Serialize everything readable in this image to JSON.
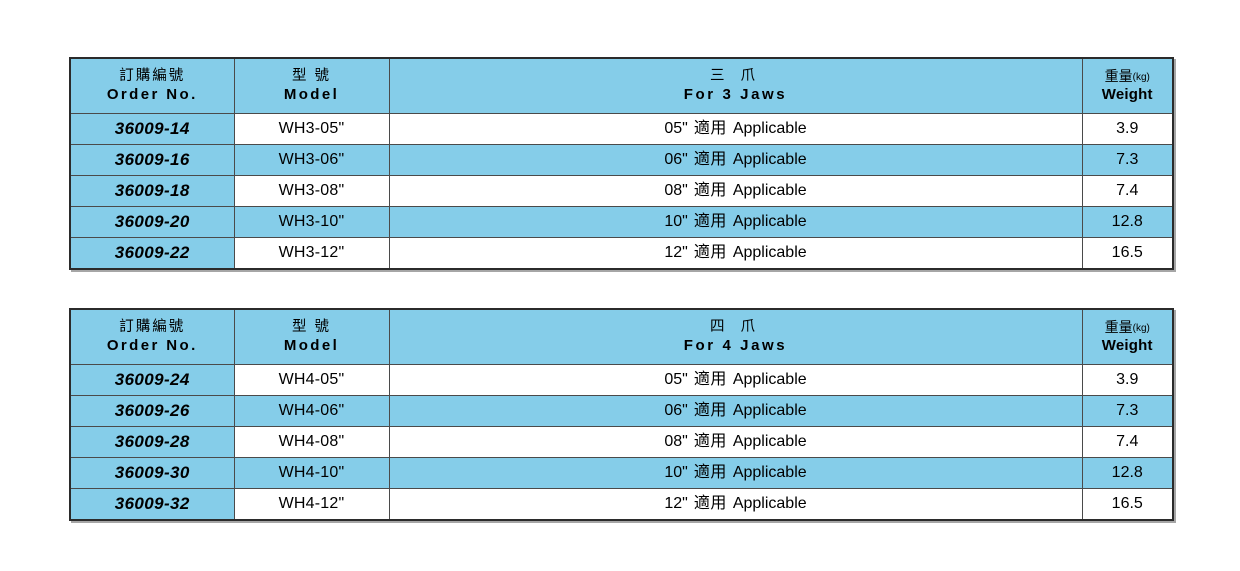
{
  "theme": {
    "accent_blue": "#85CDE9",
    "white": "#FFFFFF",
    "border": "#2B2B2B"
  },
  "tables": [
    {
      "id": "three-jaws",
      "header": {
        "order_no_cn": "訂購編號",
        "order_no_en": "Order No.",
        "model_cn": "型 號",
        "model_en": "Model",
        "jaws_cn": "三 爪",
        "jaws_en": "For 3 Jaws",
        "weight_cn": "重量",
        "weight_unit": "(kg)",
        "weight_en": "Weight"
      },
      "rows": [
        {
          "order_no": "36009-14",
          "model": "WH3-05\"",
          "jaws_size": "05\"",
          "jaws_cn": "適用",
          "jaws_en": "Applicable",
          "weight": "3.9",
          "shade": "white"
        },
        {
          "order_no": "36009-16",
          "model": "WH3-06\"",
          "jaws_size": "06\"",
          "jaws_cn": "適用",
          "jaws_en": "Applicable",
          "weight": "7.3",
          "shade": "blue"
        },
        {
          "order_no": "36009-18",
          "model": "WH3-08\"",
          "jaws_size": "08\"",
          "jaws_cn": "適用",
          "jaws_en": "Applicable",
          "weight": "7.4",
          "shade": "white"
        },
        {
          "order_no": "36009-20",
          "model": "WH3-10\"",
          "jaws_size": "10\"",
          "jaws_cn": "適用",
          "jaws_en": "Applicable",
          "weight": "12.8",
          "shade": "blue"
        },
        {
          "order_no": "36009-22",
          "model": "WH3-12\"",
          "jaws_size": "12\"",
          "jaws_cn": "適用",
          "jaws_en": "Applicable",
          "weight": "16.5",
          "shade": "white"
        }
      ]
    },
    {
      "id": "four-jaws",
      "header": {
        "order_no_cn": "訂購編號",
        "order_no_en": "Order No.",
        "model_cn": "型 號",
        "model_en": "Model",
        "jaws_cn": "四 爪",
        "jaws_en": "For 4 Jaws",
        "weight_cn": "重量",
        "weight_unit": "(kg)",
        "weight_en": "Weight"
      },
      "rows": [
        {
          "order_no": "36009-24",
          "model": "WH4-05\"",
          "jaws_size": "05\"",
          "jaws_cn": "適用",
          "jaws_en": "Applicable",
          "weight": "3.9",
          "shade": "white"
        },
        {
          "order_no": "36009-26",
          "model": "WH4-06\"",
          "jaws_size": "06\"",
          "jaws_cn": "適用",
          "jaws_en": "Applicable",
          "weight": "7.3",
          "shade": "blue"
        },
        {
          "order_no": "36009-28",
          "model": "WH4-08\"",
          "jaws_size": "08\"",
          "jaws_cn": "適用",
          "jaws_en": "Applicable",
          "weight": "7.4",
          "shade": "white"
        },
        {
          "order_no": "36009-30",
          "model": "WH4-10\"",
          "jaws_size": "10\"",
          "jaws_cn": "適用",
          "jaws_en": "Applicable",
          "weight": "12.8",
          "shade": "blue"
        },
        {
          "order_no": "36009-32",
          "model": "WH4-12\"",
          "jaws_size": "12\"",
          "jaws_cn": "適用",
          "jaws_en": "Applicable",
          "weight": "16.5",
          "shade": "white"
        }
      ]
    }
  ]
}
